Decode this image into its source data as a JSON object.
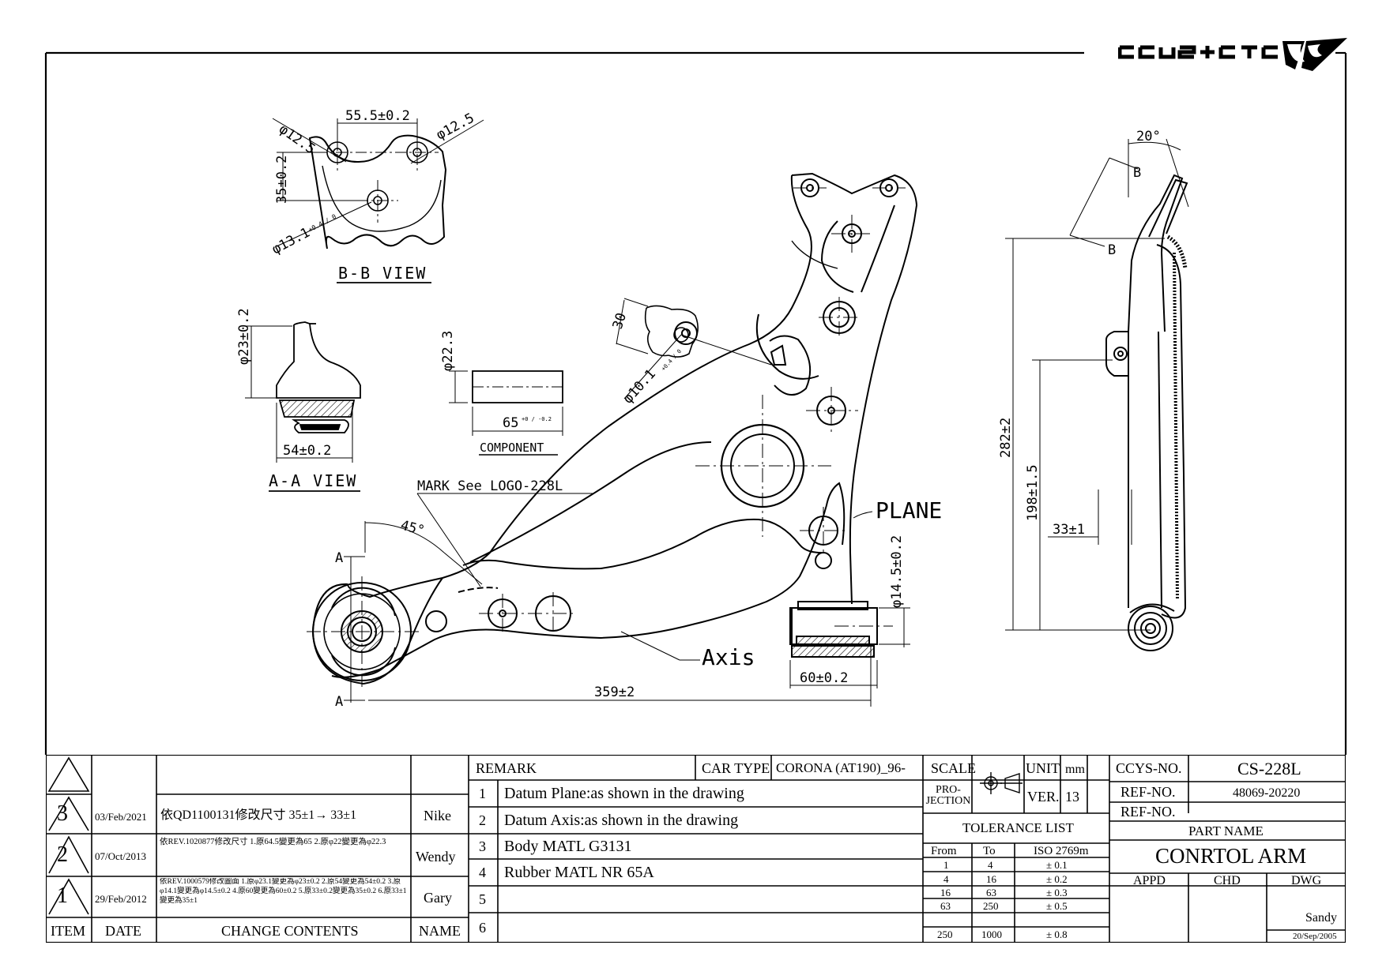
{
  "brand": {
    "logo_text": "CCYS+CTC"
  },
  "drawing": {
    "bb_view": {
      "title": "B-B VIEW",
      "dim_spacing": "55.5±0.2",
      "dim_hole_left": "φ12.5",
      "dim_hole_right": "φ12.5",
      "dim_height": "35±0.2",
      "dim_hole_center": "φ13.1",
      "dim_hole_center_tol": "+0.4 / 0"
    },
    "aa_view": {
      "title": "A-A VIEW",
      "dim_diameter": "φ23±0.2",
      "dim_width": "54±0.2"
    },
    "component": {
      "label": "COMPONENT",
      "dim_diameter": "φ22.3",
      "dim_length": "65",
      "dim_length_tol": "+0 / -0.2"
    },
    "main_view": {
      "dim_30": "30",
      "dim_hole": "φ10.1",
      "dim_hole_tol": "+0.4 / 0",
      "mark_note": "MARK See LOGO-228L",
      "angle": "45°",
      "section_a_top": "A",
      "section_a_bottom": "A",
      "plane_label": "PLANE",
      "axis_label": "Axis",
      "dim_bush": "φ14.5±0.2",
      "dim_bush_width": "60±0.2",
      "dim_length": "359±2"
    },
    "side_view": {
      "angle": "20°",
      "section_b_top": "B",
      "section_b_bottom": "B",
      "dim_total": "282±2",
      "dim_mid": "198±1.5",
      "dim_offset": "33±1"
    }
  },
  "title_block": {
    "revisions": [
      {
        "item": "3",
        "date": "03/Feb/2021",
        "content": "依QD1100131修改尺寸 35±1→ 33±1",
        "name": "Nike"
      },
      {
        "item": "2",
        "date": "07/Oct/2013",
        "content": "依REV.1020877修改尺寸 1.原64.5變更為65 2.原φ22變更為φ22.3",
        "name": "Wendy"
      },
      {
        "item": "1",
        "date": "29/Feb/2012",
        "content": "依REV.1000579修改圖面 1.原φ23.1變更為φ23±0.2 2.原54變更為54±0.2 3.原φ14.1變更為φ14.5±0.2 4.原60變更為60±0.2 5.原33±0.2變更為35±0.2 6.原33±1變更為35±1",
        "name": "Gary"
      }
    ],
    "headers": {
      "item": "ITEM",
      "date": "DATE",
      "contents": "CHANGE CONTENTS",
      "name": "NAME"
    },
    "remark_label": "REMARK",
    "car_type_label": "CAR TYPE",
    "car_type_value": "CORONA (AT190)_96-",
    "remarks": [
      {
        "no": "1",
        "text": "Datum Plane:as shown in the drawing"
      },
      {
        "no": "2",
        "text": "Datum Axis:as shown in the drawing"
      },
      {
        "no": "3",
        "text": "Body MATL G3131"
      },
      {
        "no": "4",
        "text": "Rubber MATL NR 65A"
      },
      {
        "no": "5",
        "text": ""
      },
      {
        "no": "6",
        "text": ""
      }
    ],
    "scale_label": "SCALE",
    "unit_label": "UNIT",
    "unit_value": "mm",
    "projection_label": "PRO-JECTION",
    "ver_label": "VER.",
    "ver_value": "13",
    "tolerance_title": "TOLERANCE LIST",
    "tolerance_headers": {
      "from": "From",
      "to": "To",
      "iso": "ISO 2769m"
    },
    "tolerances": [
      {
        "from": "1",
        "to": "4",
        "tol": "± 0.1"
      },
      {
        "from": "4",
        "to": "16",
        "tol": "± 0.2"
      },
      {
        "from": "16",
        "to": "63",
        "tol": "± 0.3"
      },
      {
        "from": "63",
        "to": "250",
        "tol": "± 0.5"
      },
      {
        "from": "250",
        "to": "1000",
        "tol": "± 0.8"
      }
    ],
    "ccys_no_label": "CCYS-NO.",
    "ccys_no_value": "CS-228L",
    "ref_no_label": "REF-NO.",
    "ref_no_value": "48069-20220",
    "ref_no2_label": "REF-NO.",
    "ref_no2_value": "",
    "part_name_label": "PART NAME",
    "part_name_value": "CONRTOL ARM",
    "appd_label": "APPD",
    "chd_label": "CHD",
    "dwg_label": "DWG",
    "dwg_name": "Sandy",
    "dwg_date": "20/Sep/2005"
  }
}
